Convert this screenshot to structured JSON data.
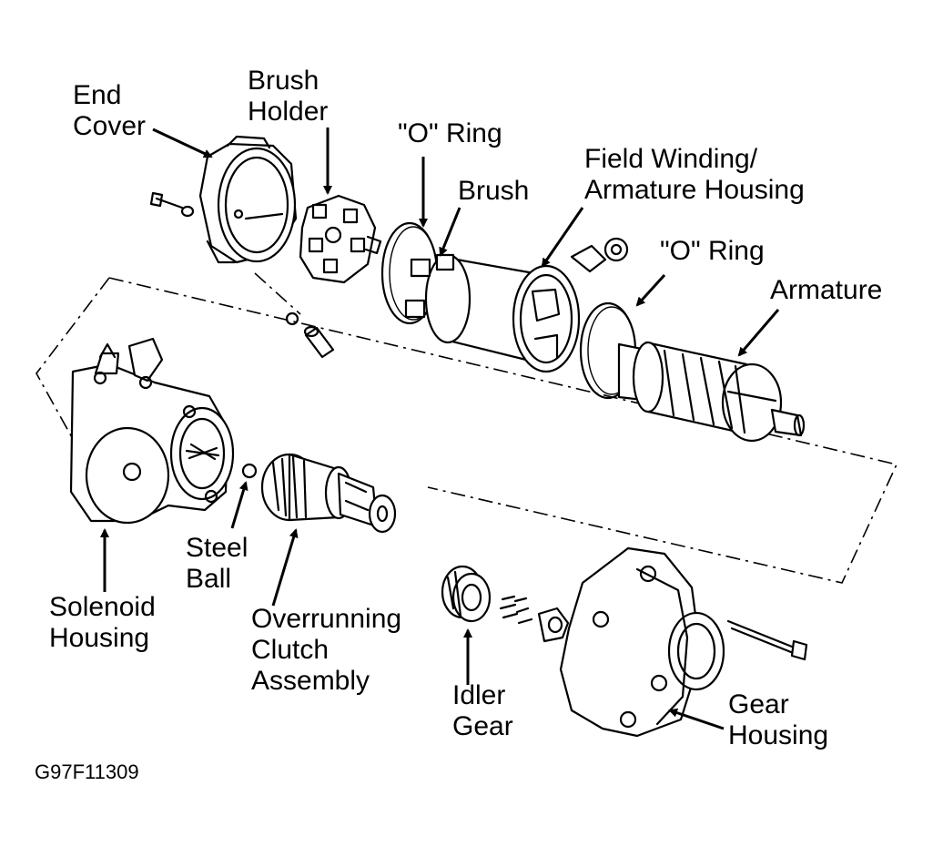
{
  "labels": {
    "end_cover": [
      "End",
      "Cover"
    ],
    "brush_holder": [
      "Brush",
      "Holder"
    ],
    "o_ring_top": "\"O\" Ring",
    "brush": "Brush",
    "field_winding": [
      "Field Winding/",
      "Armature Housing"
    ],
    "o_ring_right": "\"O\" Ring",
    "armature": "Armature",
    "solenoid_housing": [
      "Solenoid",
      "Housing"
    ],
    "steel_ball": [
      "Steel",
      "Ball"
    ],
    "overrunning_clutch": [
      "Overrunning",
      "Clutch",
      "Assembly"
    ],
    "idler_gear": [
      "Idler",
      "Gear"
    ],
    "gear_housing": [
      "Gear",
      "Housing"
    ]
  },
  "figure_code": "G97F11309"
}
